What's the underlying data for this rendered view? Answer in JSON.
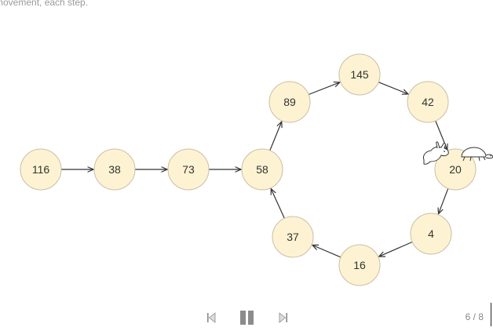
{
  "caption": "movement, each step.",
  "nodes": [
    {
      "id": "n116",
      "label": "116"
    },
    {
      "id": "n38",
      "label": "38"
    },
    {
      "id": "n73",
      "label": "73"
    },
    {
      "id": "n58",
      "label": "58"
    },
    {
      "id": "n89",
      "label": "89"
    },
    {
      "id": "n145",
      "label": "145"
    },
    {
      "id": "n42",
      "label": "42"
    },
    {
      "id": "n20",
      "label": "20"
    },
    {
      "id": "n4",
      "label": "4"
    },
    {
      "id": "n16",
      "label": "16"
    },
    {
      "id": "n37",
      "label": "37"
    }
  ],
  "edges": [
    [
      "n116",
      "n38"
    ],
    [
      "n38",
      "n73"
    ],
    [
      "n73",
      "n58"
    ],
    [
      "n58",
      "n89"
    ],
    [
      "n89",
      "n145"
    ],
    [
      "n145",
      "n42"
    ],
    [
      "n42",
      "n20"
    ],
    [
      "n20",
      "n4"
    ],
    [
      "n4",
      "n16"
    ],
    [
      "n16",
      "n37"
    ],
    [
      "n37",
      "n58"
    ]
  ],
  "runners": [
    {
      "name": "rabbit",
      "icon": "rabbit-icon",
      "at": "n20"
    },
    {
      "name": "turtle",
      "icon": "turtle-icon",
      "at": "n20"
    }
  ],
  "controls": {
    "prev_icon": "skip-back-icon",
    "pause_icon": "pause-icon",
    "next_icon": "skip-forward-icon",
    "step_counter": "6 / 8"
  },
  "colors": {
    "node_fill": "#fdf3d2",
    "node_stroke": "#c9bfa6",
    "edge": "#333333",
    "caption": "#9a9a9a"
  }
}
